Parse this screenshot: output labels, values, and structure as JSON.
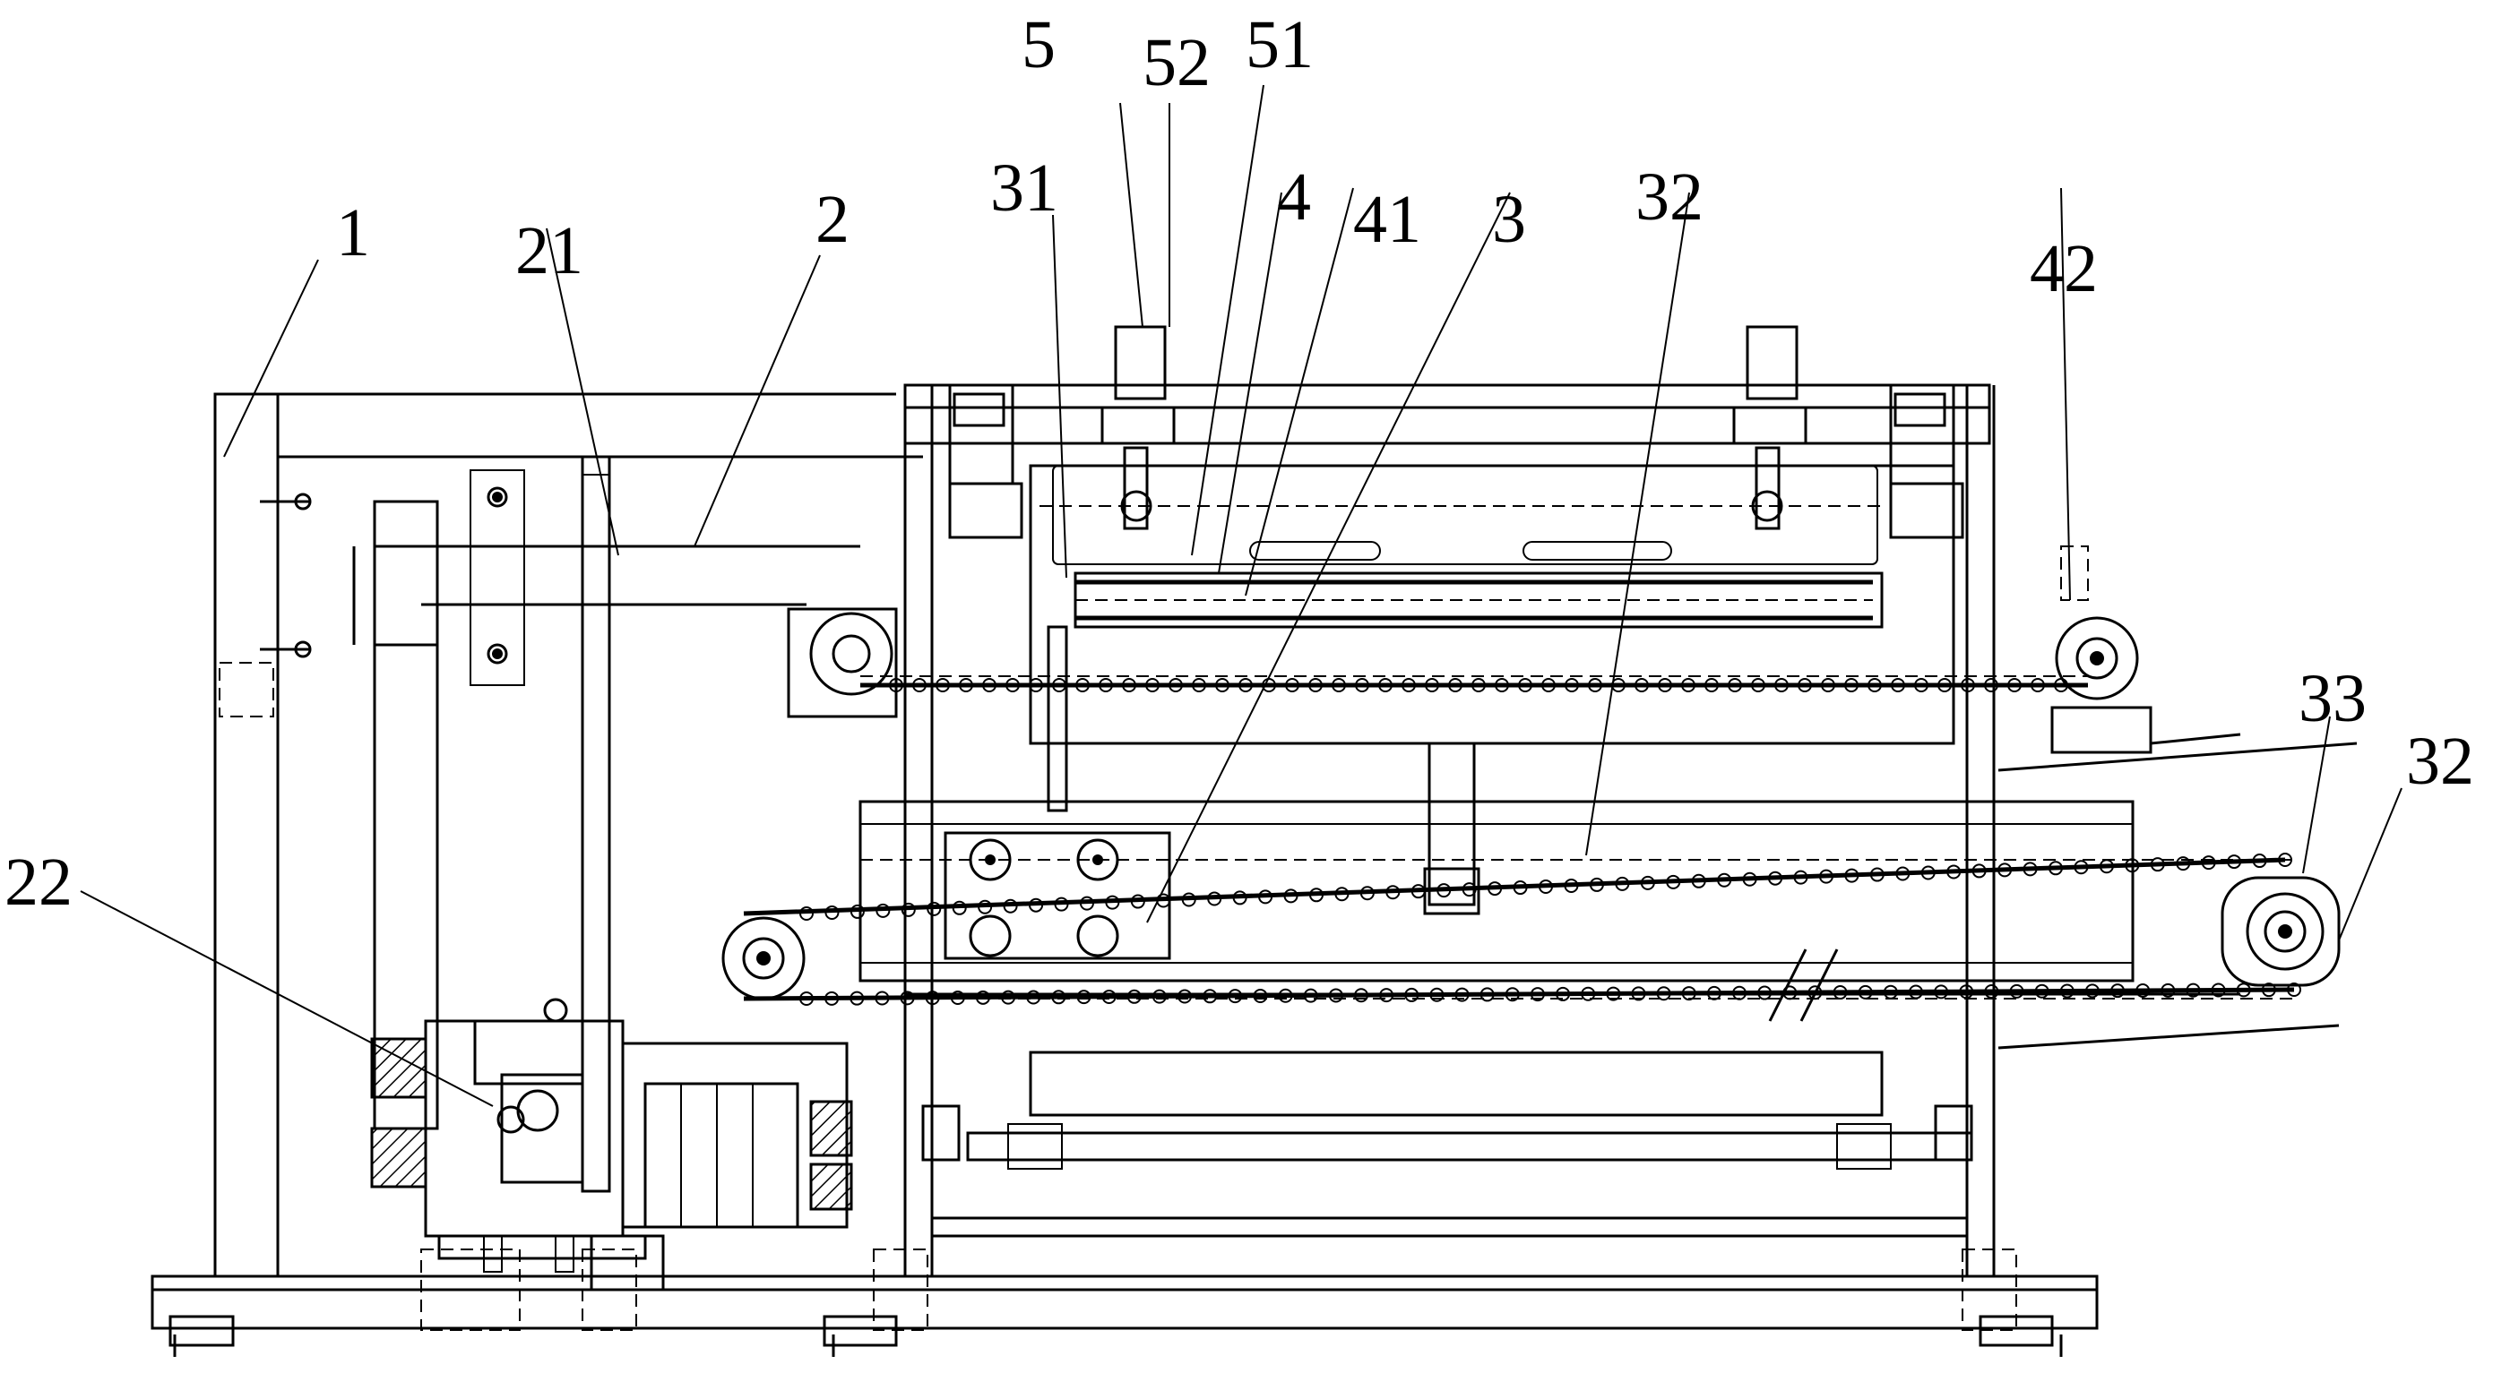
{
  "figure": {
    "labels": [
      {
        "id": "lbl-1",
        "text": "1"
      },
      {
        "id": "lbl-21",
        "text": "21"
      },
      {
        "id": "lbl-2",
        "text": "2"
      },
      {
        "id": "lbl-31",
        "text": "31"
      },
      {
        "id": "lbl-5",
        "text": "5"
      },
      {
        "id": "lbl-52",
        "text": "52"
      },
      {
        "id": "lbl-51",
        "text": "51"
      },
      {
        "id": "lbl-4",
        "text": "4"
      },
      {
        "id": "lbl-41",
        "text": "41"
      },
      {
        "id": "lbl-3",
        "text": "3"
      },
      {
        "id": "lbl-32a",
        "text": "32"
      },
      {
        "id": "lbl-42",
        "text": "42"
      },
      {
        "id": "lbl-33",
        "text": "33"
      },
      {
        "id": "lbl-32b",
        "text": "32"
      },
      {
        "id": "lbl-22",
        "text": "22"
      }
    ]
  }
}
